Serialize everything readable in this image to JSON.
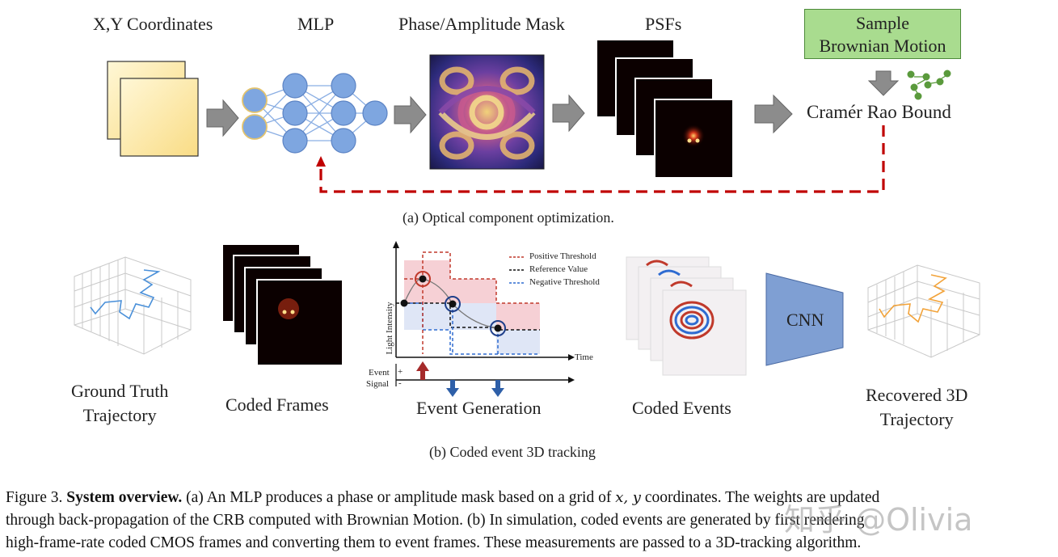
{
  "top_labels": {
    "xy": "X,Y Coordinates",
    "mlp": "MLP",
    "mask": "Phase/Amplitude Mask",
    "psfs": "PSFs",
    "sample_brownian": [
      "Sample",
      "Brownian Motion"
    ],
    "crb": "Cramér Rao Bound"
  },
  "subcaption_a": "(a) Optical component optimization.",
  "bottom_labels": {
    "gt": [
      "Ground Truth",
      "Trajectory"
    ],
    "coded_frames": "Coded Frames",
    "event_generation": "Event Generation",
    "coded_events": "Coded Events",
    "cnn": "CNN",
    "recovered": [
      "Recovered 3D",
      "Trajectory"
    ]
  },
  "event_graph": {
    "legend": [
      "Positive Threshold",
      "Reference Value",
      "Negative Threshold"
    ],
    "ylabel": "Light Intensity",
    "xlabel": "Time",
    "event_label": "Event",
    "signal_label": "Signal",
    "plus": "+",
    "minus": "-"
  },
  "subcaption_b": "(b) Coded event 3D tracking",
  "caption": {
    "figure_label": "Figure 3.",
    "bold_title": "System overview.",
    "line1_rest": " (a) An MLP produces a phase or amplitude mask based on a grid of ",
    "math_xy": "x, y",
    "line1_end": " coordinates. The weights are updated",
    "line2": "through back-propagation of the CRB computed with Brownian Motion.  (b) In simulation, coded events are generated by first rendering",
    "line3": "high-frame-rate coded CMOS frames and converting them to event frames. These measurements are passed to a 3D-tracking algorithm."
  },
  "watermark": "知乎 @Olivia",
  "colors": {
    "arrow_gray": "#8c8c8c",
    "neuron_blue": "#7ea6e0",
    "feedback_red": "#c00000",
    "sample_green": "#a9dc8f",
    "cnn_blue": "#7f9fd3",
    "gt_line": "#4a90d9",
    "recovered_line": "#f2a33a"
  }
}
